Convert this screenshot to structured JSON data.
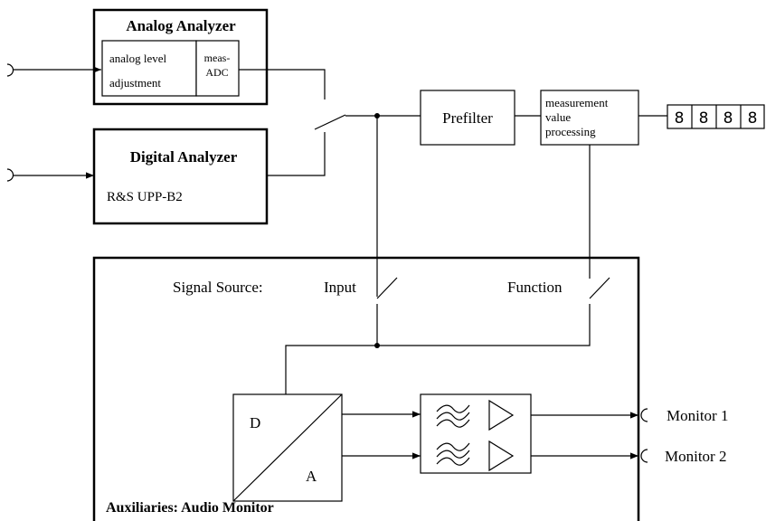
{
  "blocks": {
    "analog_analyzer": {
      "title": "Analog Analyzer",
      "level_adjust_line1": "analog level",
      "level_adjust_line2": "adjustment",
      "adc_line1": "meas-",
      "adc_line2": "ADC"
    },
    "digital_analyzer": {
      "title": "Digital Analyzer",
      "option": "R&S UPP-B2"
    },
    "prefilter": "Prefilter",
    "processing": {
      "line1": "measurement",
      "line2": "value",
      "line3": "processing"
    },
    "display_digits": [
      "8",
      "8",
      "8",
      "8"
    ],
    "audio_monitor": {
      "title": "Auxiliaries: Audio Monitor",
      "signal_source_label": "Signal Source:",
      "switch_input_label": "Input",
      "switch_function_label": "Function",
      "dac_d": "D",
      "dac_a": "A",
      "output_1": "Monitor 1",
      "output_2": "Monitor 2"
    }
  }
}
